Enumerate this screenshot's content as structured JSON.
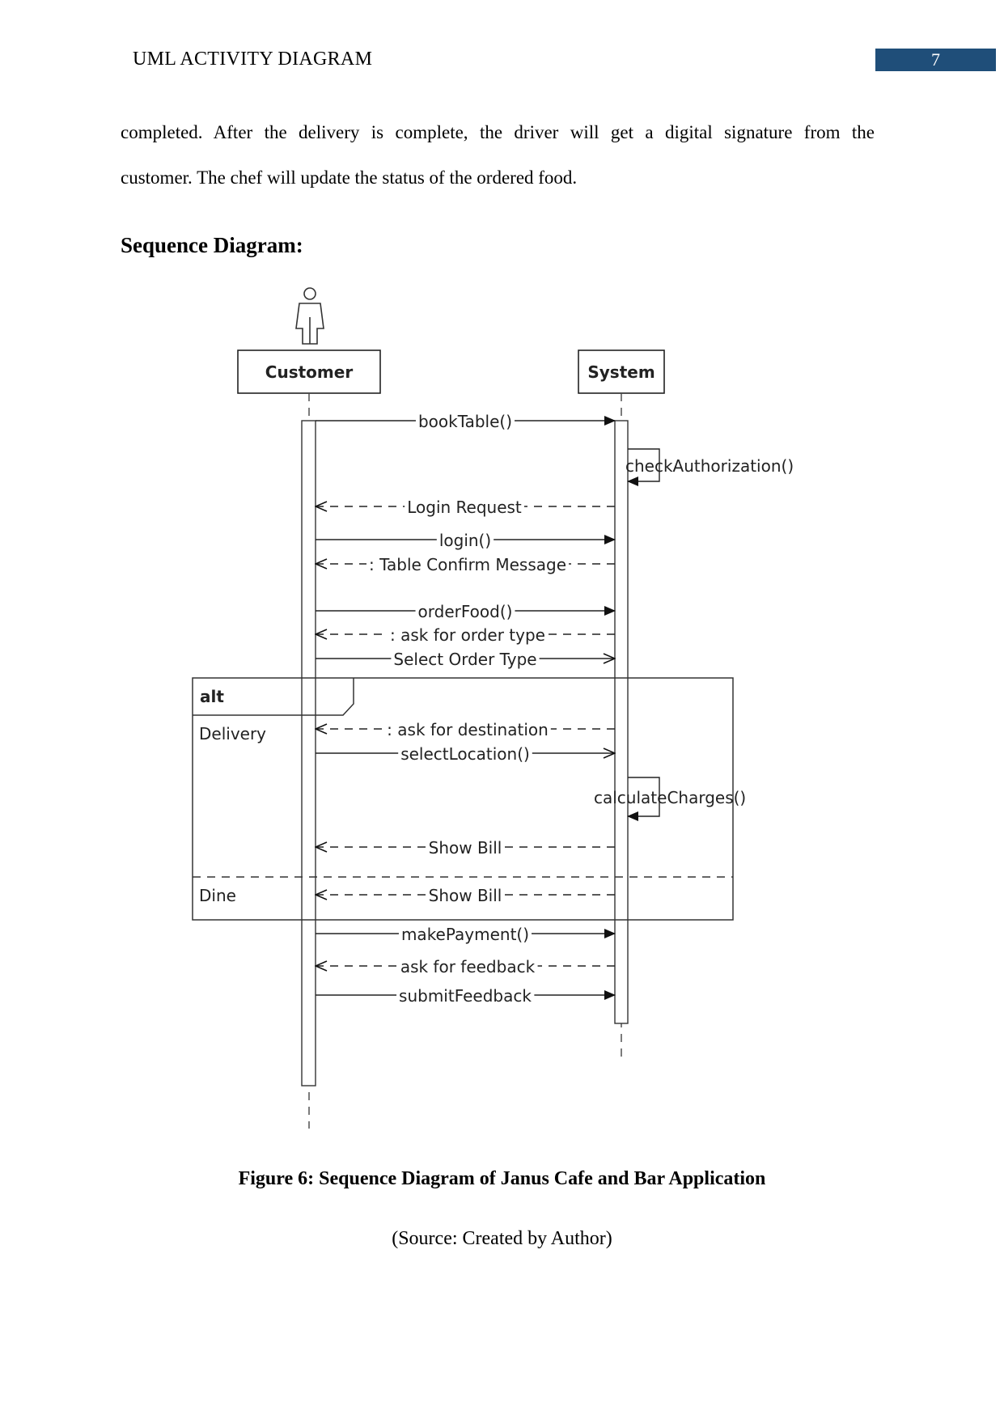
{
  "header": {
    "title": "UML ACTIVITY DIAGRAM",
    "page_number": "7"
  },
  "body": {
    "paragraph_line1": "completed. After the delivery is complete, the driver will get a digital signature from the",
    "paragraph_line2": "customer. The chef will update the status of the ordered food.",
    "section_heading": "Sequence Diagram:"
  },
  "diagram": {
    "lifelines": {
      "customer": "Customer",
      "system": "System"
    },
    "messages": {
      "book_table": "bookTable()",
      "check_authorization": "checkAuthorization()",
      "login_request": "Login Request",
      "login": "login()",
      "table_confirm": ": Table Confirm Message",
      "order_food": "orderFood()",
      "ask_order_type": ": ask for order type",
      "select_order_type": "Select Order Type",
      "ask_destination": ": ask for destination",
      "select_location": "selectLocation()",
      "calculate_charges": "calculateCharges()",
      "show_bill_delivery": "Show Bill",
      "show_bill_dine": "Show Bill",
      "make_payment": "makePayment()",
      "ask_feedback": "ask for feedback",
      "submit_feedback": "submitFeedback"
    },
    "fragment": {
      "operator": "alt",
      "guard_delivery": "Delivery",
      "guard_dine": "Dine"
    }
  },
  "figure": {
    "caption": "Figure 6: Sequence Diagram of Janus Cafe and Bar Application",
    "source": "(Source: Created by Author)"
  }
}
